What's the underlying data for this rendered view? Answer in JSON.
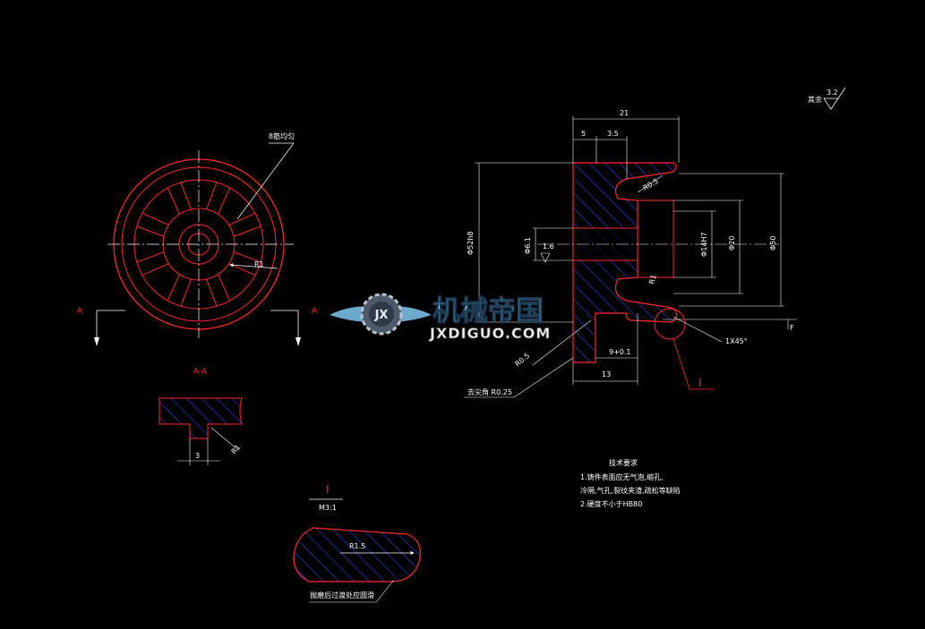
{
  "colors": {
    "background": "#000000",
    "outline": "#ff2a2a",
    "dimension": "#ffffff",
    "hatch": "#2a4cff",
    "watermark_blue": "#7ec8f0"
  },
  "front_view": {
    "spokes_note": "8筋均匀",
    "radius_note": "R1"
  },
  "section_marks": {
    "left": "A",
    "right": "A",
    "section_title": "A-A",
    "section_width": "3",
    "section_radius": "R1"
  },
  "section_view": {
    "top_width": "21",
    "dim_5": "5",
    "dim_3_5": "3.5",
    "r0_5_top": "R0.5",
    "phi_outer": "Φ52h8",
    "phi_hub": "Φ14H7",
    "phi_20": "Φ20",
    "phi_50": "Φ50",
    "phi_6_1": "Φ6.1",
    "dim_1_6": "1.6",
    "r_mid": "R1",
    "chamfer": "1X45°",
    "dim_9": "9+0.1",
    "dim_13": "13",
    "r0_5_bottom": "R0.5",
    "fillet_note": "去尖角 R0.25",
    "detail_mark": "I",
    "f_mark": "F"
  },
  "roughness": {
    "label": "其余",
    "value": "3.2"
  },
  "tech_req": {
    "title": "技术要求",
    "line1": "1.铸件表面应无气泡,缩孔,",
    "line2": "冷隔,气孔,裂纹夹渣,疏松等缺陷",
    "line3": "2.硬度不小于HB80"
  },
  "detail": {
    "mark": "I",
    "scale": "M3:1",
    "radius": "R1.5",
    "note": "抛磨后过渡处应圆滑"
  },
  "watermark": {
    "logo_letters": "JX",
    "name": "机械帝国",
    "url": "JXDIGUO.COM"
  }
}
